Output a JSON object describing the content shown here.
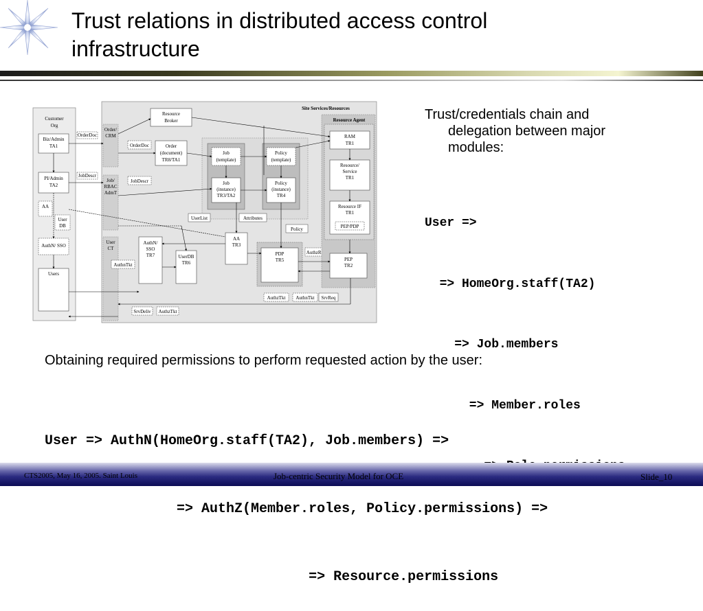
{
  "slide": {
    "title_line1": "Trust relations in distributed access control",
    "title_line2": "infrastructure"
  },
  "diagram": {
    "site_services": "Site Services/Resources",
    "resource_agent": "Resource Agent",
    "customer_org_1": "Customer",
    "customer_org_2": "Org",
    "biz_admin_1": "Biz/Admin",
    "biz_admin_2": "TA1",
    "pi_admin_1": "PI/Admin",
    "pi_admin_2": "TA2",
    "aa_small": "AA",
    "user_db_1": "User",
    "user_db_2": "DB",
    "authn_sso_small": "AuthN/ SSO",
    "users": "Users",
    "order_doc_1": "OrderDoc",
    "order_doc_2": "OrderDoc",
    "job_descr_1": "JobDescr",
    "job_descr_2": "JobDescr",
    "order_crm_1": "Order/",
    "order_crm_2": "CRM",
    "job_rbac_1": "Job/",
    "job_rbac_2": "RBAC",
    "job_rbac_3": "AdmT",
    "user_ct_1": "User",
    "user_ct_2": "CT",
    "resource_broker_1": "Resource",
    "resource_broker_2": "Broker",
    "order_1": "Order",
    "order_2": "(document)",
    "order_3": "TR8/TA1",
    "job_t_1": "Job",
    "job_t_2": "(template)",
    "policy_t_1": "Policy",
    "policy_t_2": "(template)",
    "job_i_1": "Job",
    "job_i_2": "(instance)",
    "job_i_3": "TR3/TA2",
    "policy_i_1": "Policy",
    "policy_i_2": "(instance)",
    "policy_i_3": "TR4",
    "user_list": "UserList",
    "attributes": "Attributes",
    "policy_label": "Policy",
    "aa_1": "AA",
    "aa_2": "TR3",
    "authn_1": "AuthN/",
    "authn_2": "SSO",
    "authn_3": "TR7",
    "userdb_1": "UserDB",
    "userdb_2": "TR6",
    "authn_tkt_1": "AuthnTkt",
    "pdp_1": "PDP",
    "pdp_2": "TR5",
    "authz_req": "AuthzReq",
    "pep_1": "PEP",
    "pep_2": "TR2",
    "ram_1": "RAM",
    "ram_2": "TR1",
    "rs_1": "Resource/",
    "rs_2": "Service",
    "rs_3": "TR1",
    "rif_1": "Resource IF",
    "rif_2": "TR1",
    "pep_pdp": "PEP/PDP",
    "authz_tkt_1": "AuthzTkt",
    "authn_tkt_2": "AuthnTkt",
    "srv_req": "SrvReq",
    "srv_deliv": "SrvDeliv",
    "authz_tkt_2": "AuthzTkt"
  },
  "right_panel": {
    "intro_line1": "Trust/credentials chain and",
    "intro_line2": "delegation between major",
    "intro_line3": "modules:",
    "chain": [
      "User =>",
      "  => HomeOrg.staff(TA2)",
      "    => Job.members",
      "      => Member.roles",
      "        => Role.permissions"
    ]
  },
  "bottom": {
    "obtain_text": "Obtaining required permissions to perform requested action by the user:",
    "formula": [
      "User => AuthN(HomeOrg.staff(TA2), Job.members) =>",
      "                => AuthZ(Member.roles, Policy.permissions) =>",
      "                                => Resource.permissions"
    ]
  },
  "footer": {
    "left": "CTS2005, May 16, 2005. Saint Louis",
    "center": "Job-centric Security Model for OCE",
    "right": "Slide_10"
  }
}
